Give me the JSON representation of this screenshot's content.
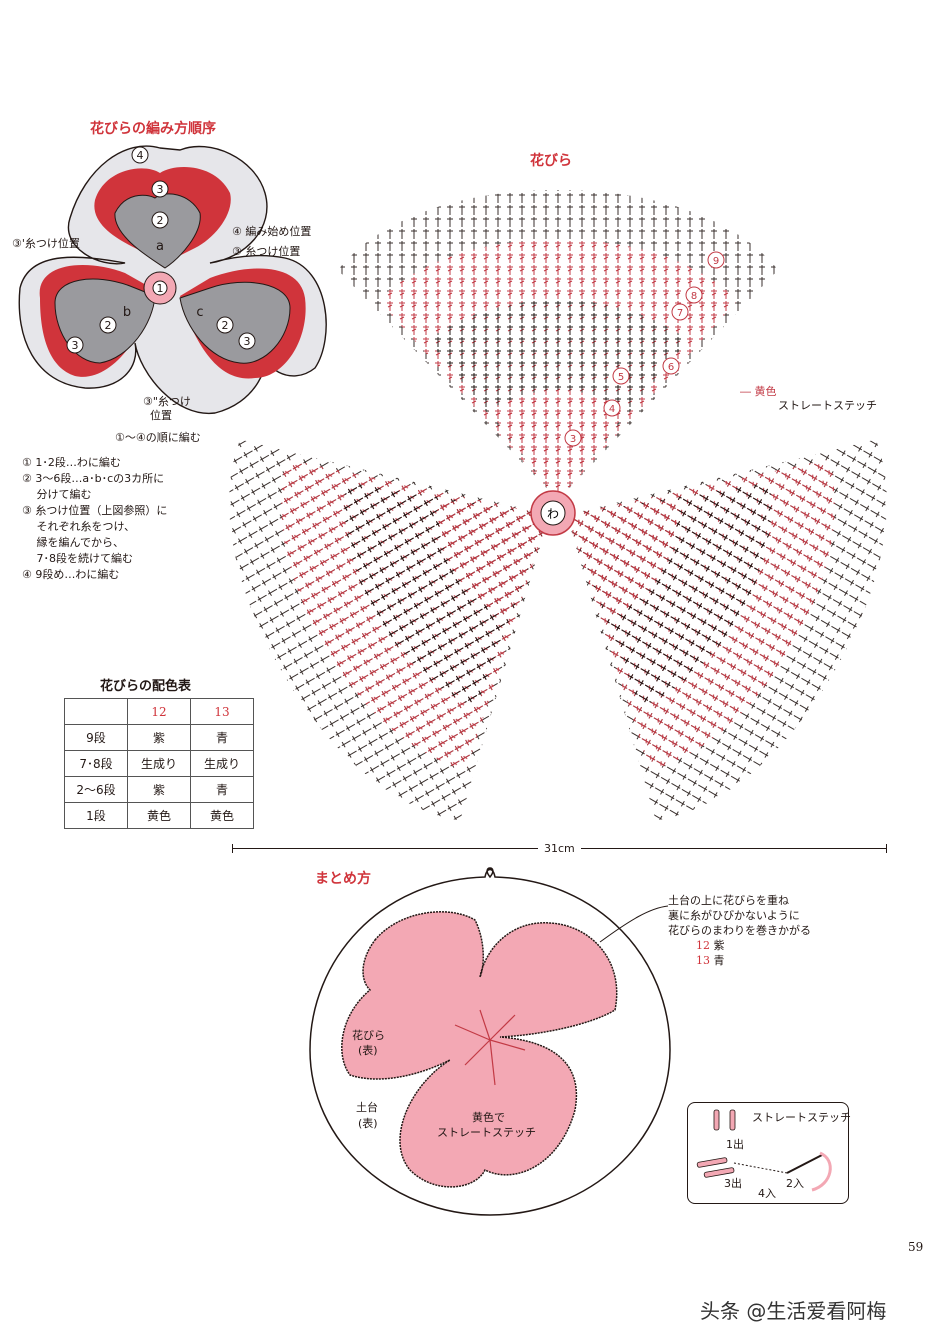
{
  "order_diagram": {
    "title": "花びらの編み方順序",
    "labels": {
      "a": "a",
      "b": "b",
      "c": "c",
      "n1": "1",
      "n2": "2",
      "n3": "3",
      "n4": "4"
    },
    "callouts": {
      "left_attach": "③'糸つけ位置",
      "start_pos": "④ 編み始め位置",
      "right_attach": "③ 糸つけ位置",
      "bottom_attach_1": "③\"糸つけ",
      "bottom_attach_2": "位置",
      "order_note": "①〜④の順に編む"
    },
    "steps": [
      "① 1･2段…わに編む",
      "② 3〜6段…a･b･cの3カ所に",
      "　 分けて編む",
      "③ 糸つけ位置（上図参照）に",
      "　 それぞれ糸をつけ、",
      "　 縁を編んでから、",
      "　 7･8段を続けて編む",
      "④ 9段め…わに編む"
    ]
  },
  "color_table": {
    "title": "花びらの配色表",
    "headers": [
      "",
      "12",
      "13"
    ],
    "rows": [
      [
        "9段",
        "紫",
        "青"
      ],
      [
        "7･8段",
        "生成り",
        "生成り"
      ],
      [
        "2〜6段",
        "紫",
        "青"
      ],
      [
        "1段",
        "黄色",
        "黄色"
      ]
    ]
  },
  "chart": {
    "title": "花びら",
    "center_label": "わ",
    "round_numbers": [
      "3",
      "4",
      "5",
      "6",
      "7",
      "8",
      "9"
    ],
    "legend_line": "― 黄色",
    "legend_text": "ストレートステッチ",
    "width_label": "31cm"
  },
  "assembly": {
    "title": "まとめ方",
    "note_lines": [
      "土台の上に花びらを重ね",
      "裏に糸がひびかないように",
      "花びらのまわりを巻きかがる"
    ],
    "note_colors": [
      {
        "num": "12",
        "name": "紫"
      },
      {
        "num": "13",
        "name": "青"
      }
    ],
    "petal_label_1": "花びら",
    "petal_label_2": "(表)",
    "base_label_1": "土台",
    "base_label_2": "(表)",
    "center_label_1": "黄色で",
    "center_label_2": "ストレートステッチ"
  },
  "stitch_box": {
    "title": "ストレートステッチ",
    "l1": "1出",
    "l2": "2入",
    "l3": "3出",
    "l4": "4入"
  },
  "page_number": "59",
  "watermark": "头条 @生活爱看阿梅",
  "colors": {
    "red": "#d0343b",
    "pink_light": "#f3a8b4",
    "grey": "#9a9a9e",
    "grey_light": "#e6e6ea"
  }
}
